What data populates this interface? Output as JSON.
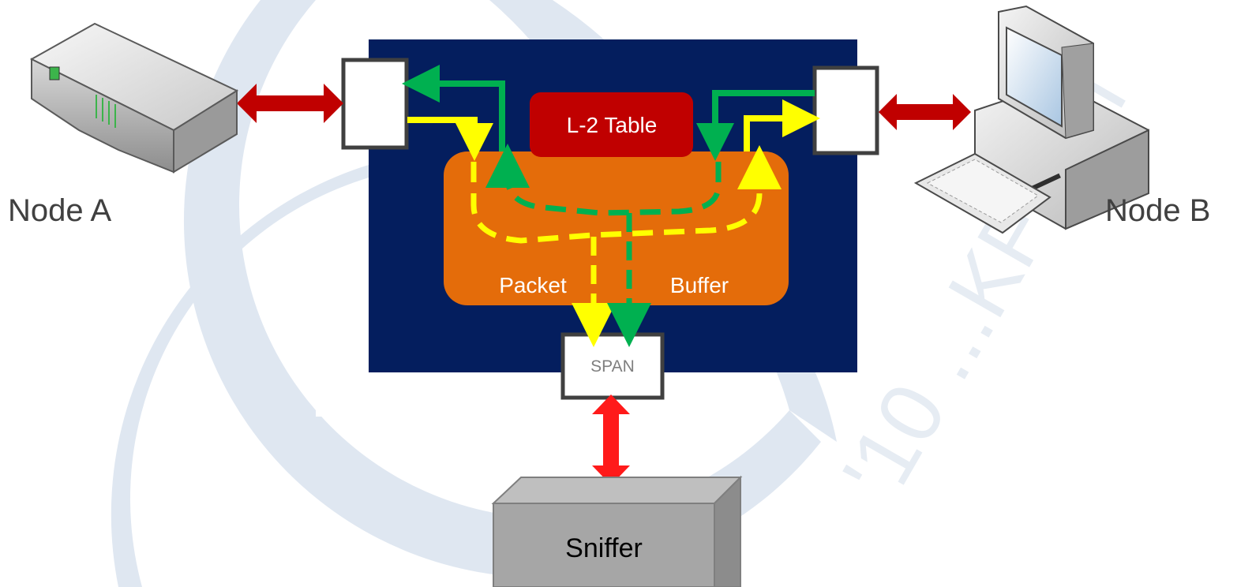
{
  "nodes": {
    "node_a": "Node A",
    "node_b": "Node B"
  },
  "switch": {
    "l2_table": "L-2 Table",
    "buffer_left": "Packet",
    "buffer_right": "Buffer",
    "span_port": "SPAN"
  },
  "sniffer": "Sniffer",
  "watermark": "'10 ...KFEST",
  "colors": {
    "switch_body": "#041e5e",
    "l2_table": "#c00000",
    "packet_buffer": "#e46c0a",
    "link_arrow": "#c00000",
    "span_link": "#ff1a1a",
    "flow_a_to_b": "#ffff00",
    "flow_b_to_a": "#00b050",
    "watermark": "#dfe7f1"
  },
  "icons": {
    "node_a": "router-icon",
    "node_b": "desktop-computer-icon",
    "sniffer": "sniffer-box-icon"
  }
}
